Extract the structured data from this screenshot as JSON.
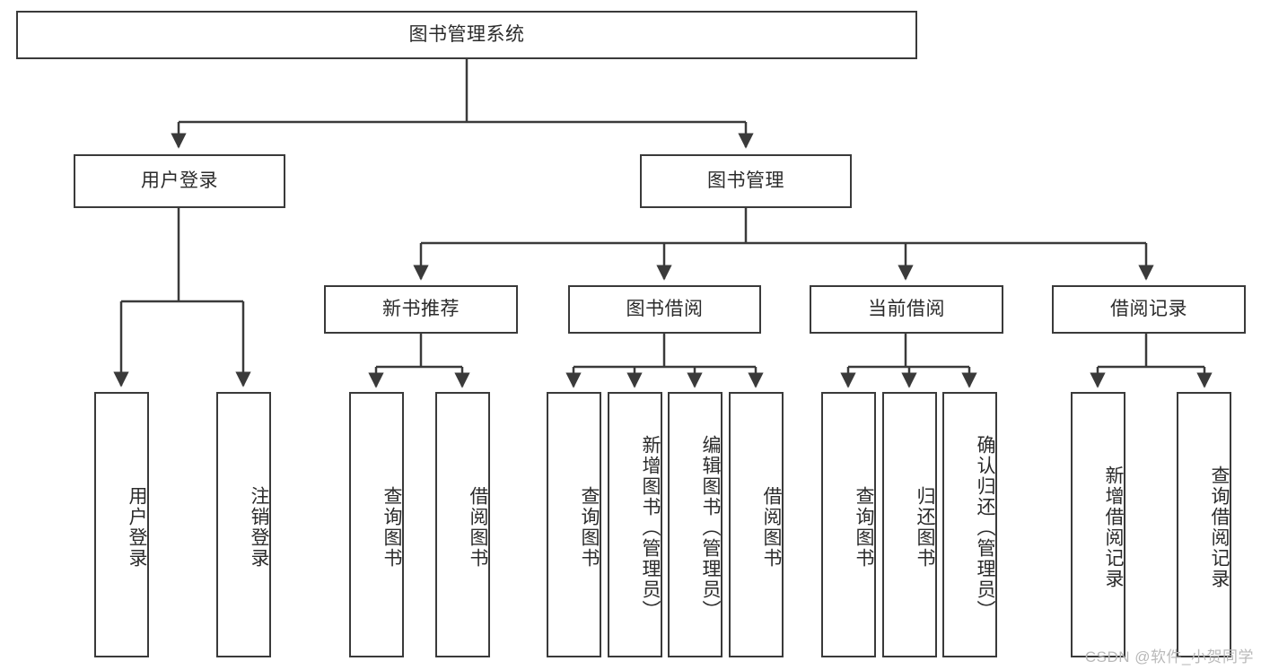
{
  "diagram": {
    "title": "图书管理系统",
    "type": "tree-hierarchy-diagram",
    "colors": {
      "box_border": "#3a3a3a",
      "box_fill": "#ffffff",
      "connector": "#3a3a3a",
      "text": "#2b2b2b",
      "watermark": "#b9b9b9",
      "background": "#ffffff"
    },
    "nodes": {
      "root": {
        "label": "图书管理系统"
      },
      "level2": [
        {
          "label": "用户登录"
        },
        {
          "label": "图书管理"
        }
      ],
      "level3": [
        {
          "label": "新书推荐"
        },
        {
          "label": "图书借阅"
        },
        {
          "label": "当前借阅"
        },
        {
          "label": "借阅记录"
        }
      ],
      "leaves": {
        "user_login": [
          {
            "label": "用户登录"
          },
          {
            "label": "注销登录"
          }
        ],
        "new_book_recommend": [
          {
            "label": "查询图书"
          },
          {
            "label": "借阅图书"
          }
        ],
        "book_borrow": [
          {
            "label": "查询图书"
          },
          {
            "label": "新增图书（管理员）"
          },
          {
            "label": "编辑图书（管理员）"
          },
          {
            "label": "借阅图书"
          }
        ],
        "current_borrow": [
          {
            "label": "查询图书"
          },
          {
            "label": "归还图书"
          },
          {
            "label": "确认归还（管理员）"
          }
        ],
        "borrow_record": [
          {
            "label": "新增借阅记录"
          },
          {
            "label": "查询借阅记录"
          }
        ]
      }
    },
    "watermark": "CSDN @软件_小贺同学"
  }
}
